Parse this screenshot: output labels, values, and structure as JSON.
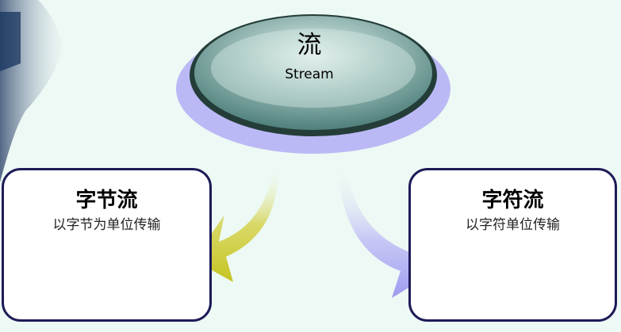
{
  "diagram": {
    "center": {
      "title": "流",
      "subtitle": "Stream"
    },
    "left_node": {
      "title": "字节流",
      "subtitle": "以字节为单位传输"
    },
    "right_node": {
      "title": "字符流",
      "subtitle": "以字符单位传输"
    }
  },
  "colors": {
    "background": "#edf9f4",
    "ellipse_fill": "#5c8f8a",
    "ellipse_shadow": "#b8b6f3",
    "box_border": "#1e1b58",
    "left_arrow": "#c8c82a",
    "right_arrow": "#a9a8f3"
  }
}
